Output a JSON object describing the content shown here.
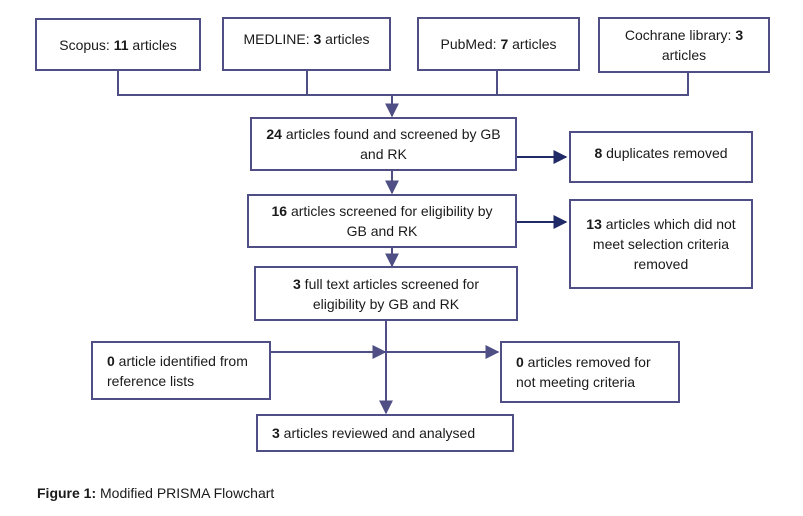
{
  "nodes": {
    "scopus": {
      "count": "11",
      "text_before": "Scopus: ",
      "text_after": " articles"
    },
    "medline": {
      "count": "3",
      "text_before": "MEDLINE: ",
      "text_after": " articles"
    },
    "pubmed": {
      "count": "7",
      "text_before": "PubMed: ",
      "text_after": " articles"
    },
    "cochrane": {
      "count": "3",
      "text_before": "Cochrane library: ",
      "text_after": " articles"
    },
    "found": {
      "count": "24",
      "text_before": "",
      "text_after": " articles found and screened by GB and RK"
    },
    "duplicates": {
      "count": "8",
      "text_before": "",
      "text_after": " duplicates removed"
    },
    "eligibility": {
      "count": "16",
      "text_before": "",
      "text_after": " articles screened for eligibility by GB and RK"
    },
    "not_selected": {
      "count": "13",
      "text_before": "",
      "text_after": " articles which did not meet selection criteria removed"
    },
    "full_text": {
      "count": "3",
      "text_before": "",
      "text_after": " full text articles screened for eligibility by GB and RK"
    },
    "reference_lists": {
      "count": "0",
      "text_before": "",
      "text_after": " article identified from reference lists"
    },
    "not_meeting": {
      "count": "0",
      "text_before": "",
      "text_after": " articles removed for not meeting criteria"
    },
    "reviewed": {
      "count": "3",
      "text_before": "",
      "text_after": " articles reviewed and analysed"
    }
  },
  "caption": {
    "label": "Figure 1:",
    "text": " Modified PRISMA Flowchart"
  },
  "colors": {
    "border": "#4f4f86",
    "arrow": "#4f4f86",
    "side_arrow": "#1f2a66"
  }
}
